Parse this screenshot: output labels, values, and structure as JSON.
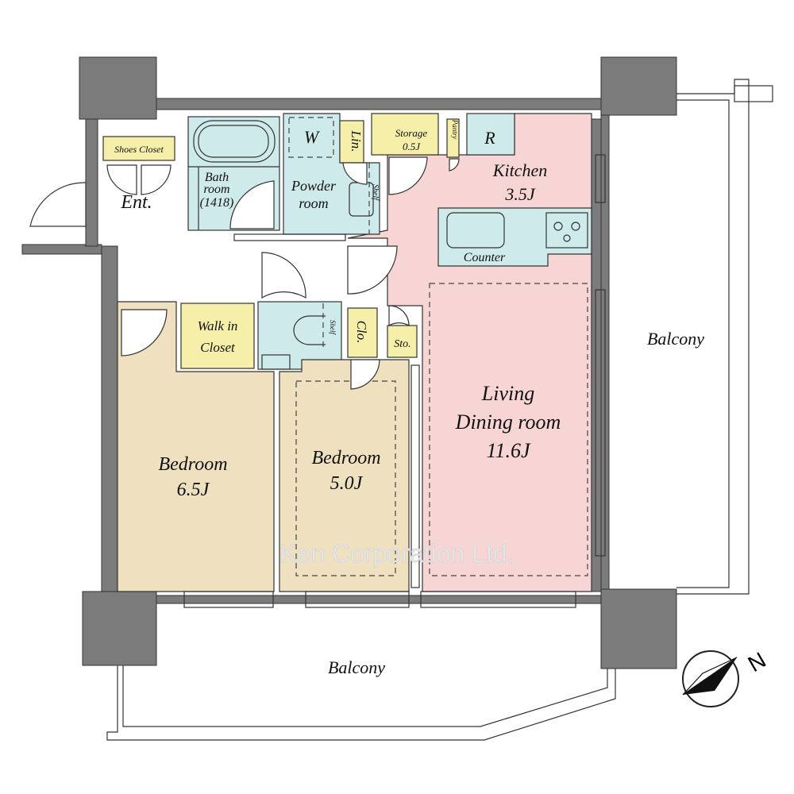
{
  "rooms": {
    "shoes_closet": "Shoes Closet",
    "entrance": "Ent.",
    "bath_line1": "Bath",
    "bath_line2": "room",
    "bath_line3": "(1418)",
    "washer": "W",
    "linen": "Lin.",
    "powder_line1": "Powder",
    "powder_line2": "room",
    "shelf_powder": "Shelf",
    "storage_line1": "Storage",
    "storage_line2": "0.5J",
    "pantry": "Pantry",
    "refrigerator": "R",
    "kitchen_line1": "Kitchen",
    "kitchen_line2": "3.5J",
    "counter": "Counter",
    "walk_in_line1": "Walk in",
    "walk_in_line2": "Closet",
    "shelf_toilet": "Shelf",
    "closet": "Clo.",
    "sto": "Sto.",
    "bedroom1_line1": "Bedroom",
    "bedroom1_line2": "6.5J",
    "bedroom2_line1": "Bedroom",
    "bedroom2_line2": "5.0J",
    "living_line1": "Living",
    "living_line2": "Dining room",
    "living_line3": "11.6J",
    "balcony_east": "Balcony",
    "balcony_south": "Balcony"
  },
  "compass": {
    "north_label": "N"
  },
  "watermark": "Ken Corporation Ltd.",
  "colors": {
    "wet_area": "#cfeaea",
    "storage": "#f5efaa",
    "living": "#f8d5d5",
    "bedroom": "#efe0c0",
    "wall": "#7b7b7b"
  }
}
